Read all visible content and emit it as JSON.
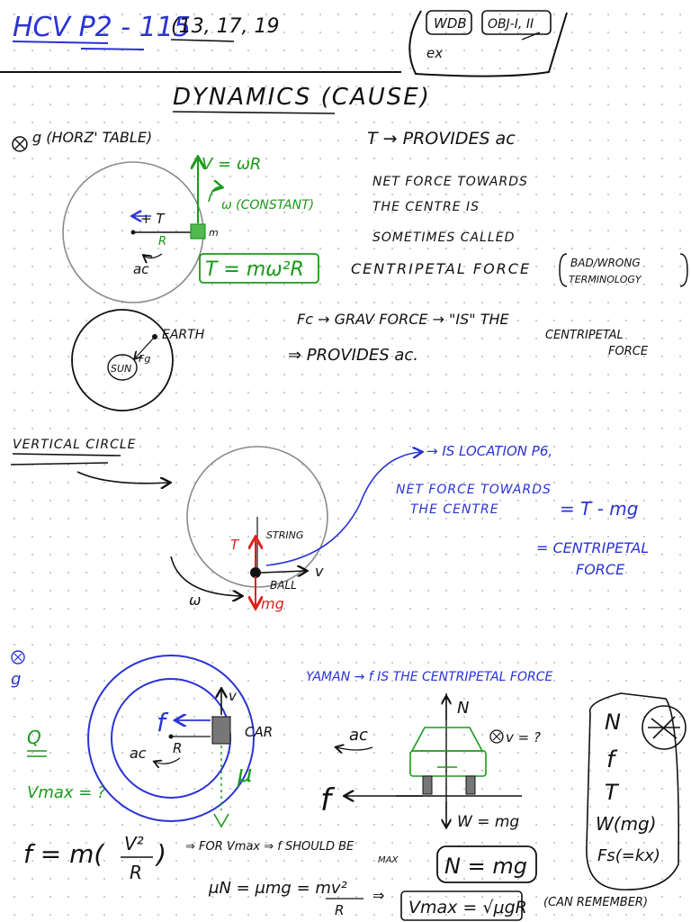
{
  "colors": {
    "ink": "#111111",
    "blue": "#2a33d4",
    "green": "#1a9a1a",
    "red": "#e0201a",
    "gray_circle": "#8a8a8a",
    "block_gray": "#777777"
  },
  "header": {
    "ref": "HCV P2 - 115",
    "problems": "(13, 17, 19",
    "wdb": "WDB",
    "obj": "OBJ-I, II",
    "ex": "ex"
  },
  "title": "DYNAMICS (CAUSE)",
  "section1": {
    "g_label": "g (HORZ' TABLE)",
    "v_label": "V = ωR",
    "omega_label": "ω (CONSTANT)",
    "t_arrow": "+ T",
    "r_label": "R",
    "ac_label": "ac",
    "m_label": "m",
    "formula": "T = mω²R",
    "notes": [
      "T → PROVIDES ac",
      "NET FORCE TOWARDS",
      "THE CENTRE IS",
      "SOMETIMES CALLED",
      "CENTRIPETAL FORCE"
    ],
    "bad_wrong": [
      "BAD/WRONG",
      "TERMINOLOGY"
    ]
  },
  "earth": {
    "sun": "SUN",
    "earth": "EARTH",
    "fg": "Fg",
    "line1": "Fc → GRAV FORCE → \"IS\" THE",
    "line2": "CENTRIPETAL",
    "line3": "FORCE",
    "line4": "⇒ PROVIDES ac."
  },
  "vertical": {
    "heading": "VERTICAL CIRCLE",
    "location": "→ IS LOCATION P6,",
    "net1": "NET FORCE TOWARDS",
    "net2": "THE CENTRE",
    "eq": "= T - mg",
    "cent1": "= CENTRIPETAL",
    "cent2": "FORCE",
    "t": "T",
    "string": "STRING",
    "ball": "BALL",
    "v": "v",
    "omega": "ω",
    "mg": "mg"
  },
  "car": {
    "g": "g",
    "q": "Q",
    "vmax": "Vmax = ?",
    "f": "f",
    "r": "R",
    "ac": "ac",
    "car": "CAR",
    "v": "v",
    "mu": "μ",
    "yaman": "YAMAN → f IS THE CENTRIPETAL FORCE",
    "n": "N",
    "v_q": "v = ?",
    "ac2": "ac",
    "f2": "f",
    "w_eq": "W = mg",
    "n_eq": "N = mg",
    "list": [
      "N",
      "f",
      "T",
      "W(mg)",
      "Fs(=kx)"
    ],
    "eq1_lhs": "f = m(",
    "eq1_v": "V²",
    "eq1_r": "R",
    "eq1_rhs": ")",
    "for_vmax": "⇒ FOR Vmax ⇒ f SHOULD BE",
    "max": "MAX",
    "eq2": "μN = μmg = mv²",
    "eq2_den": "R",
    "arrow": "⇒",
    "vmax_eq": "Vmax = √μgR",
    "remember": "(CAN REMEMBER)"
  }
}
